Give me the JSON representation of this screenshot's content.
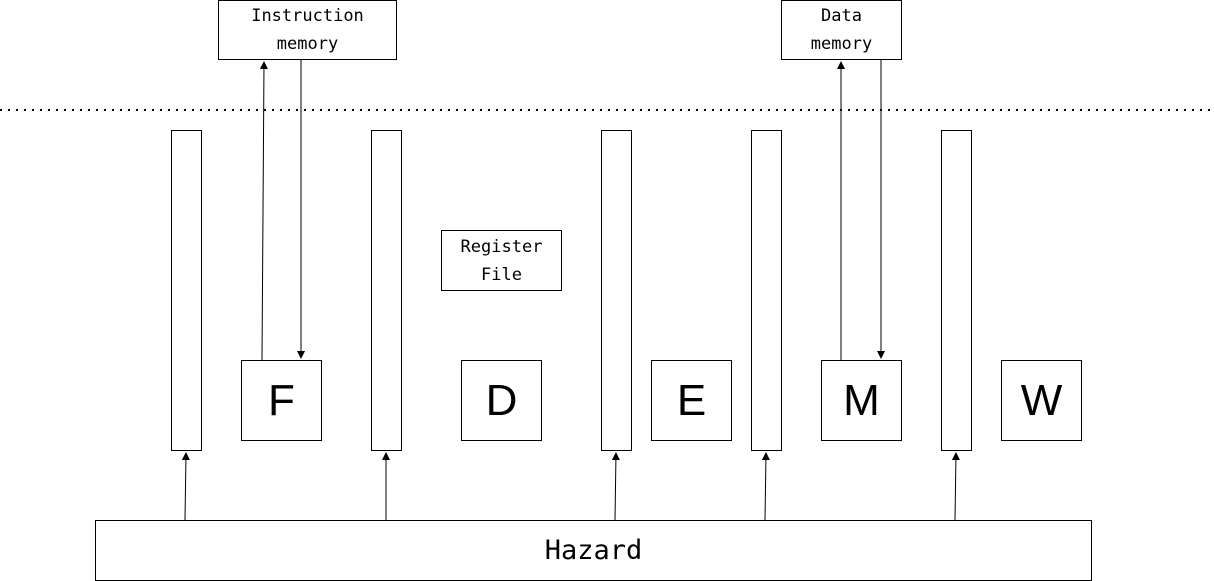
{
  "memories": {
    "instruction": "Instruction\nmemory",
    "data": "Data\nmemory"
  },
  "register_file": "Register\nFile",
  "stages": {
    "fetch": "F",
    "decode": "D",
    "execute": "E",
    "memory": "M",
    "writeback": "W"
  },
  "hazard": "Hazard"
}
